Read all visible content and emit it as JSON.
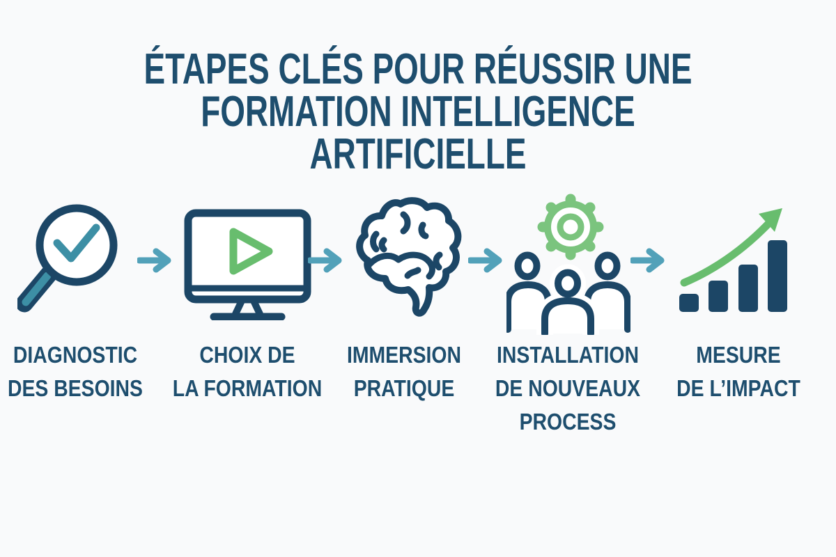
{
  "title": {
    "line1": "ÉTAPES CLÉS POUR RÉUSSIR UNE",
    "line2": "FORMATION INTELLIGENCE ARTIFICIELLE"
  },
  "steps": [
    {
      "icon": "magnifier-check-icon",
      "label_lines": [
        "DIAGNOSTIC",
        "DES BESOINS"
      ]
    },
    {
      "icon": "monitor-play-icon",
      "label_lines": [
        "CHOIX DE",
        "LA FORMATION"
      ]
    },
    {
      "icon": "brain-icon",
      "label_lines": [
        "IMMERSION",
        "PRATIQUE"
      ]
    },
    {
      "icon": "team-gear-icon",
      "label_lines": [
        "INSTALLATION",
        "DE NOUVEAUX",
        "PROCESS"
      ]
    },
    {
      "icon": "bar-chart-growth-icon",
      "label_lines": [
        "MESURE",
        "DE L’IMPACT"
      ]
    }
  ],
  "connector_icon": "arrow-right-icon",
  "colors": {
    "background": "#f9fafb",
    "text_navy": "#1e4e6e",
    "navy": "#1c4666",
    "teal": "#3d8fa5",
    "arrow_blue": "#52a1b9",
    "green": "#68bd6e",
    "gear_green": "#7bc47e"
  }
}
